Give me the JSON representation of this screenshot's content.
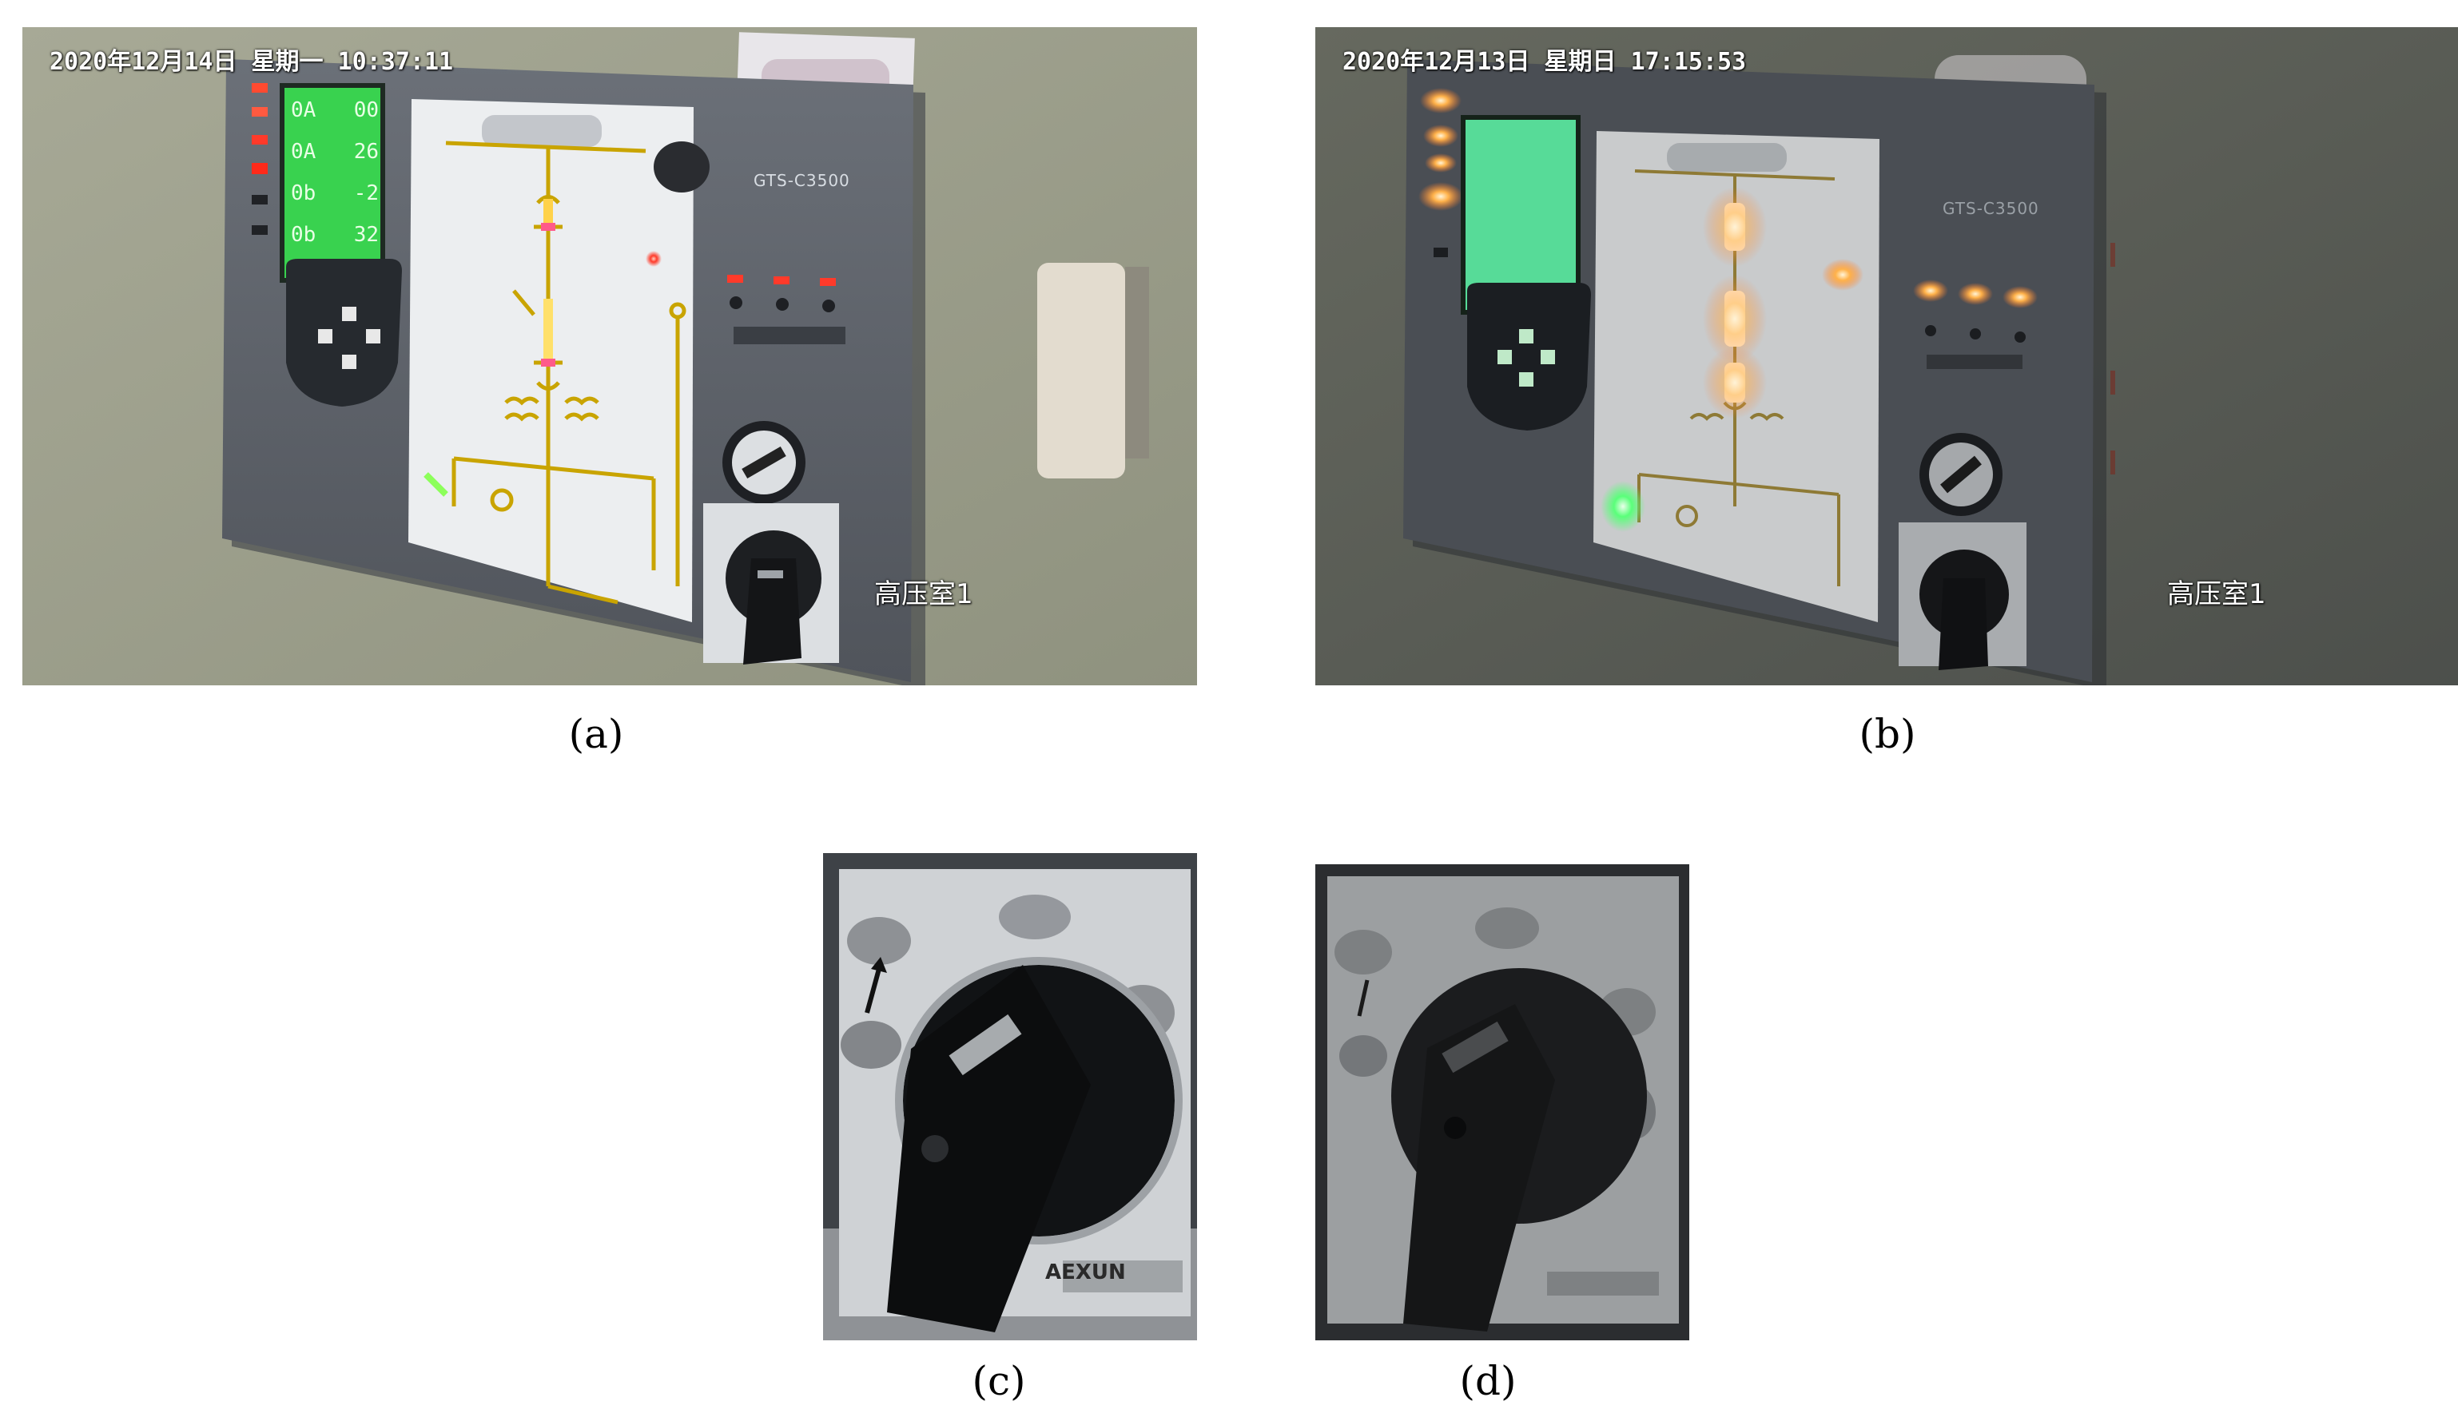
{
  "panels": [
    {
      "id": "a",
      "timestamp": "2020年12月14日  星期一  10:37:11",
      "room_label": "高压室1",
      "model_label": "GTS-C3500",
      "lcd_rows": [
        {
          "label": "0A",
          "value": "00"
        },
        {
          "label": "0A",
          "value": "26"
        },
        {
          "label": "0b",
          "value": "-2"
        },
        {
          "label": "0b",
          "value": "32"
        }
      ],
      "caption": "(a)"
    },
    {
      "id": "b",
      "timestamp": "2020年12月13日  星期日  17:15:53",
      "room_label": "高压室1",
      "model_label": "GTS-C3500",
      "caption": "(b)"
    },
    {
      "id": "c",
      "brand_text": "AEXUN",
      "caption": "(c)"
    },
    {
      "id": "d",
      "caption": "(d)"
    }
  ],
  "colors": {
    "wall_day": "#9fa28d",
    "wall_night": "#5d605b",
    "panel_gray": "#5e636b",
    "lcd_green": "#2fd24a",
    "mimic_yellow": "#c9a400",
    "led_red": "#ff3a2a",
    "led_orange": "#ffb24a"
  }
}
